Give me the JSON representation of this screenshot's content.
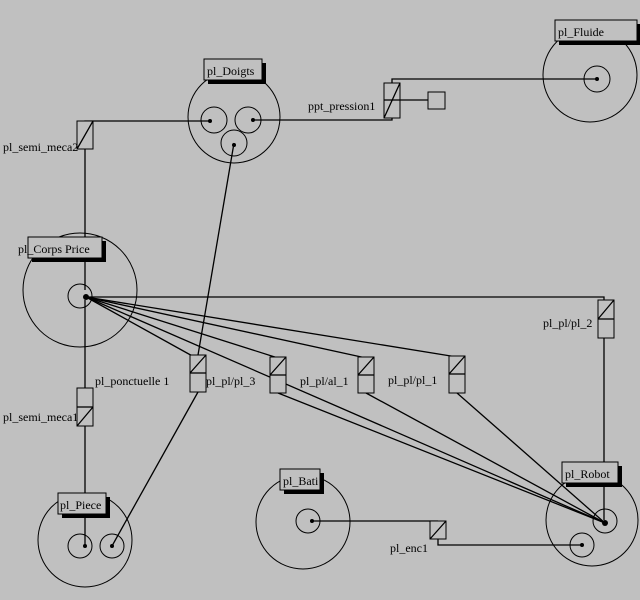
{
  "places": [
    {
      "id": "fluide",
      "label": "pl_Fluide"
    },
    {
      "id": "doigts",
      "label": "pl_Doigts"
    },
    {
      "id": "corps",
      "label": "pl_Corps Price"
    },
    {
      "id": "piece",
      "label": "pl_Piece"
    },
    {
      "id": "bati",
      "label": "pl_Bati"
    },
    {
      "id": "robot",
      "label": "pl_Robot"
    }
  ],
  "transitions": [
    {
      "id": "ppt_pression",
      "label": "ppt_pression1"
    },
    {
      "id": "semi_meca2",
      "label": "pl_semi_meca2"
    },
    {
      "id": "semi_meca1",
      "label": "pl_semi_meca1"
    },
    {
      "id": "ponctuelle",
      "label": "pl_ponctuelle 1"
    },
    {
      "id": "plpl3",
      "label": "pl_pl/pl_3"
    },
    {
      "id": "plal1",
      "label": "pl_pl/al_1"
    },
    {
      "id": "plpl1",
      "label": "pl_pl/pl_1"
    },
    {
      "id": "plpl2",
      "label": "pl_pl/pl_2"
    },
    {
      "id": "enc1",
      "label": "pl_enc1"
    }
  ]
}
